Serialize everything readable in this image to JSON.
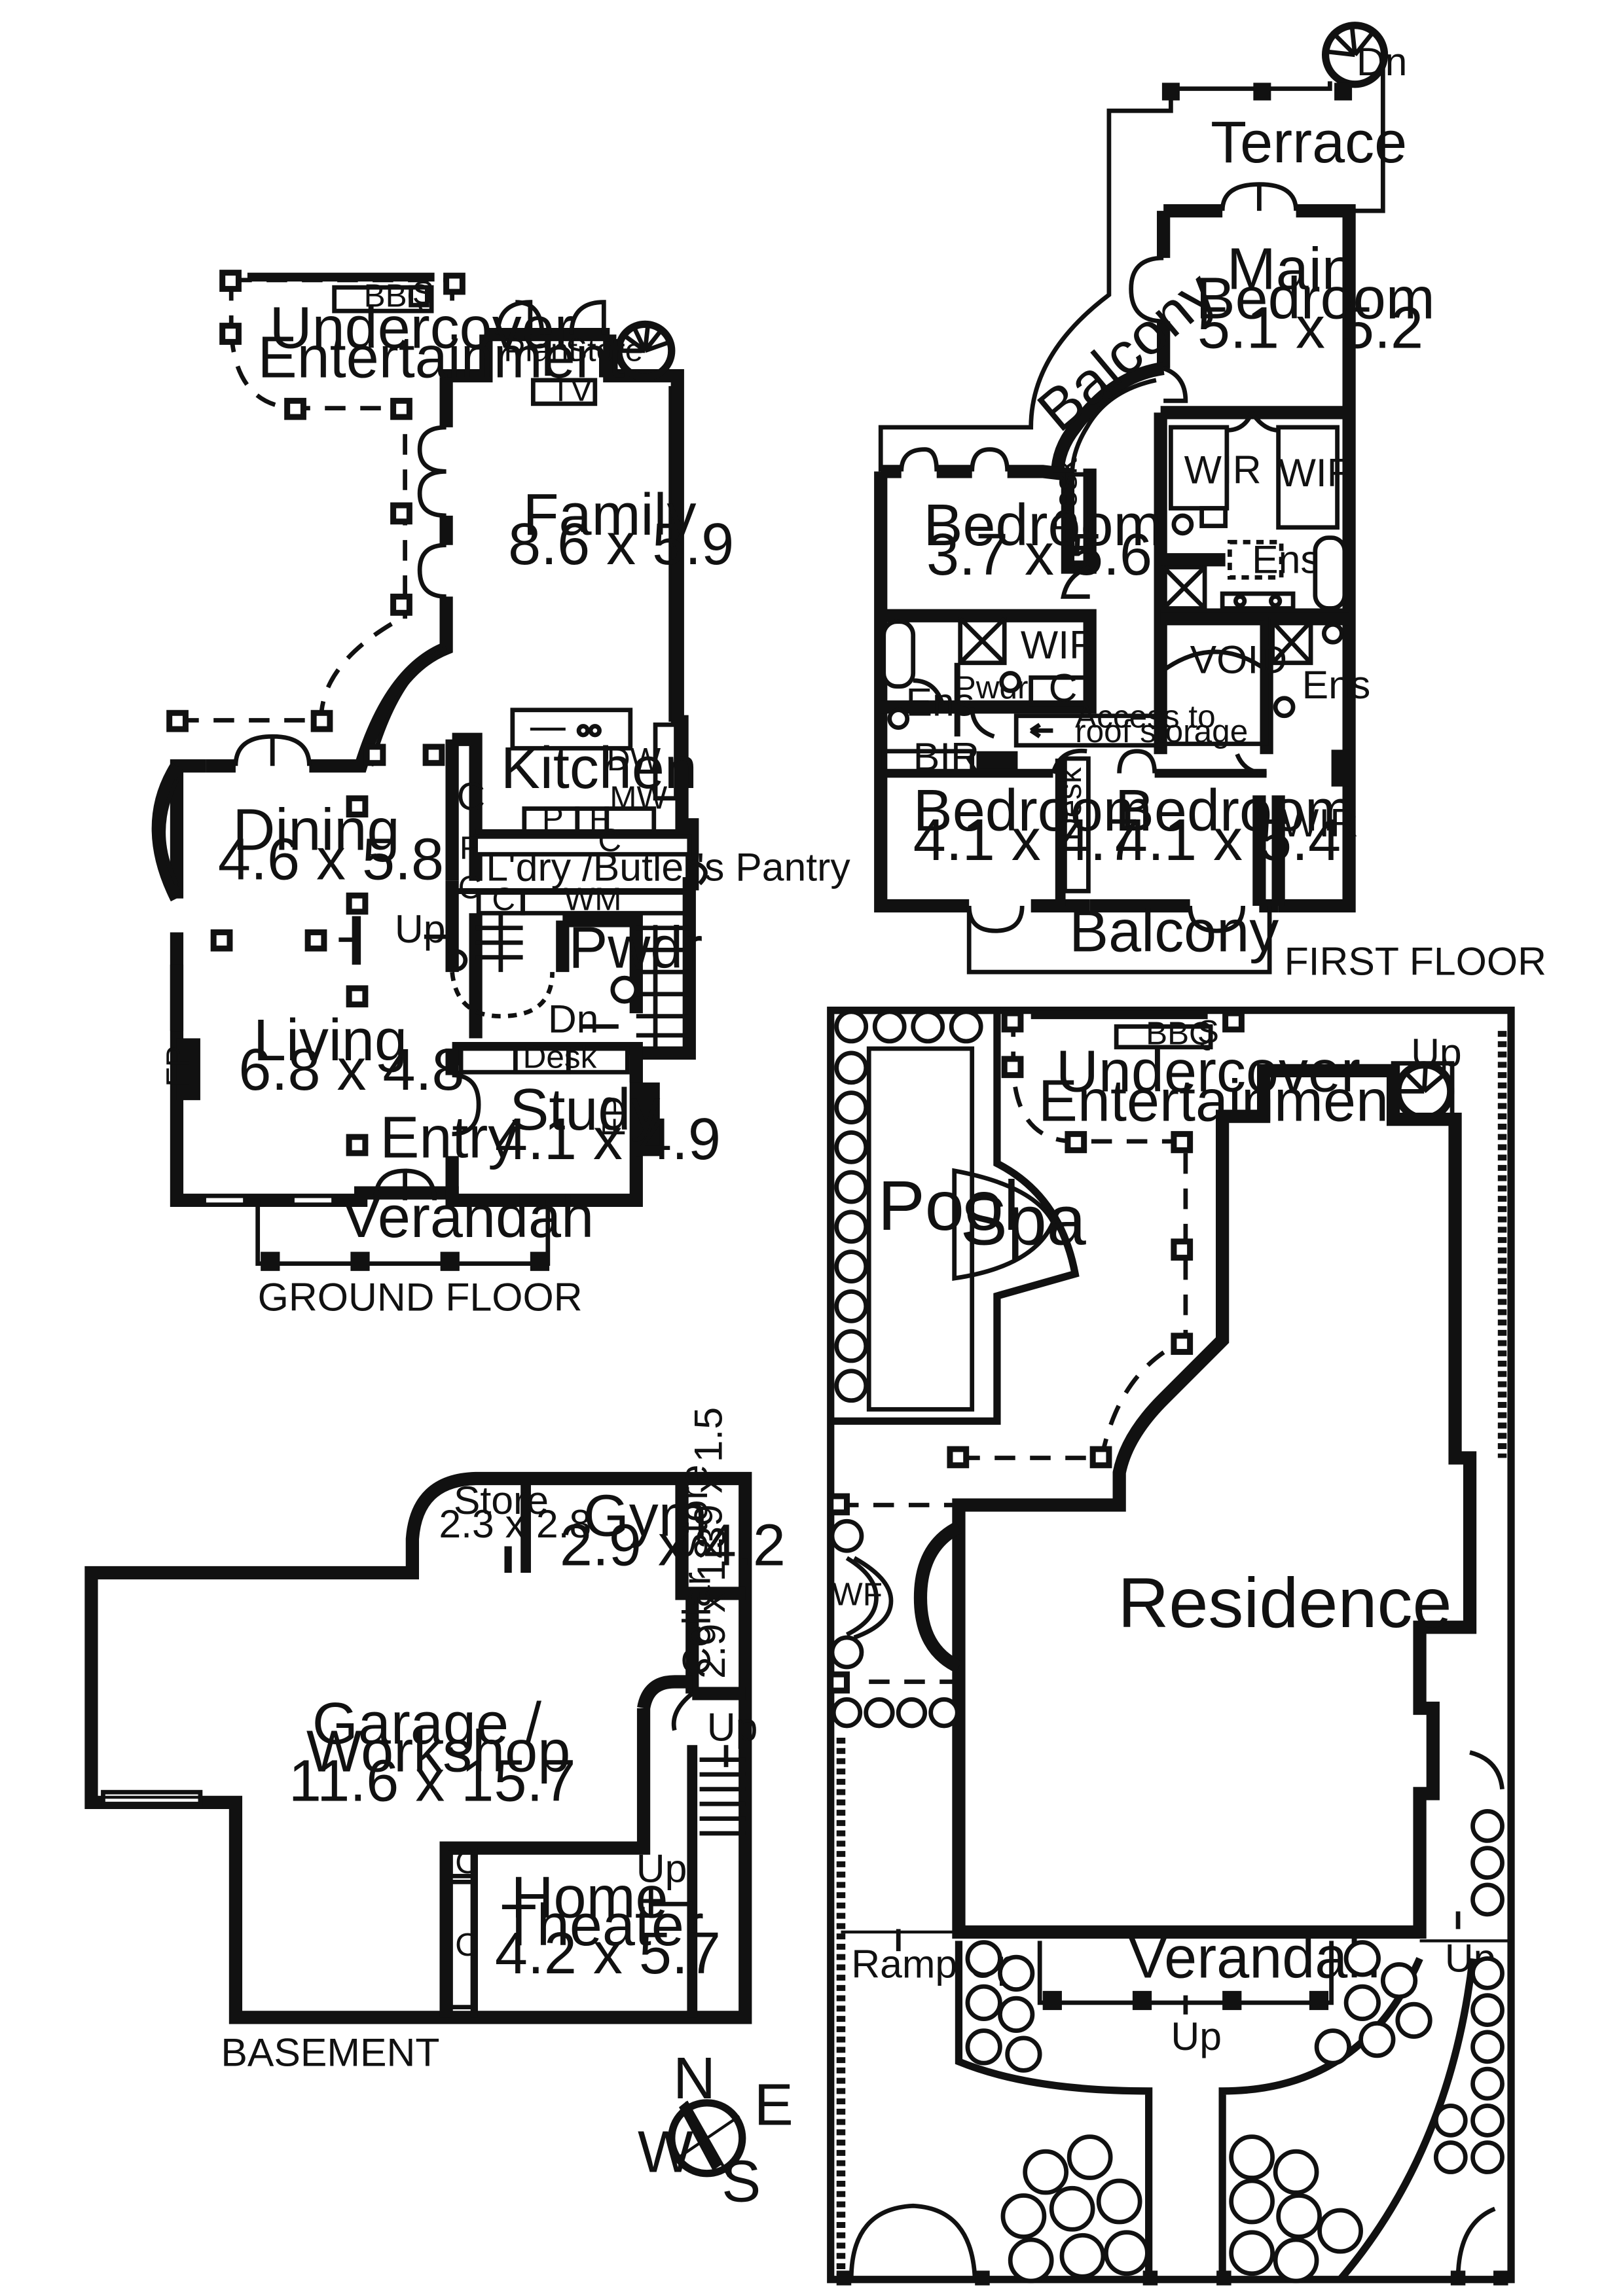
{
  "floors": {
    "ground": "GROUND FLOOR",
    "first": "FIRST FLOOR",
    "basement": "BASEMENT"
  },
  "ground_rooms": {
    "undercover": "Undercover",
    "entertainment": "Entertainment",
    "bbq": "BBQ",
    "s": "S",
    "plant": "Plant",
    "store": "Store",
    "tv": "TV",
    "family": "Family",
    "family_dim": "8.6 x 5.9",
    "kitchen": "Kitchen",
    "dw": "DW",
    "mw": "MW",
    "c": "C",
    "p": "P",
    "f": "F",
    "dining": "Dining",
    "dining_dim": "4.6 x 5.8",
    "laundry": "L'dry /Butler's Pantry",
    "wm": "WM",
    "up": "Up",
    "pwdr": "Pwdr",
    "dn": "Dn",
    "living": "Living",
    "living_dim": "6.8 x 4.8",
    "fp": "FP",
    "desk": "Desk",
    "study": "Study",
    "study_dim": "4.1 x 4.9",
    "entry": "Entry",
    "verandah": "Verandah"
  },
  "first_rooms": {
    "dn": "Dn",
    "terrace": "Terrace",
    "main": "Main",
    "bedroom": "Bedroom",
    "main_dim": "5.1 x 5.2",
    "balcony": "Balcony",
    "wir": "WIR",
    "bed2_dim": "3.7 x 5.6",
    "desk": "Desk",
    "ens": "Ens",
    "pwdr": "Pwdr",
    "c": "C",
    "void": "VOID",
    "access1": "Access to",
    "access2": "roof storage",
    "bir": "BIR",
    "bed3_dim": "4.1 x 4.7",
    "bed4_dim": "4.1 x 5.4"
  },
  "basement_rooms": {
    "store": "Store",
    "store_dim": "2.3 x 2.8",
    "gym": "Gym",
    "gym_dim": "2.9 x 4.2",
    "store2": "Store",
    "store2_dim": "2.9 x 1.5",
    "cellar": "Cellar",
    "cellar_dim": "2.9 x 1.3",
    "up": "Up",
    "garage": "Garage /",
    "workshop": "Workshop",
    "garage_dim": "11.6 x 15.7",
    "c": "C",
    "home": "Home",
    "theater": "Theater",
    "theater_dim": "4.2 x 5.7"
  },
  "site": {
    "bbq": "BBQ",
    "s": "S",
    "undercover": "Undercover",
    "entertainment": "Entertainment",
    "up": "Up",
    "pool": "Pool",
    "spa": "Spa",
    "wf": "WF",
    "residence": "Residence",
    "verandah": "Verandah",
    "ramp_up": "Ramp Up"
  },
  "compass": {
    "n": "N",
    "e": "E",
    "s": "S",
    "w": "W"
  }
}
